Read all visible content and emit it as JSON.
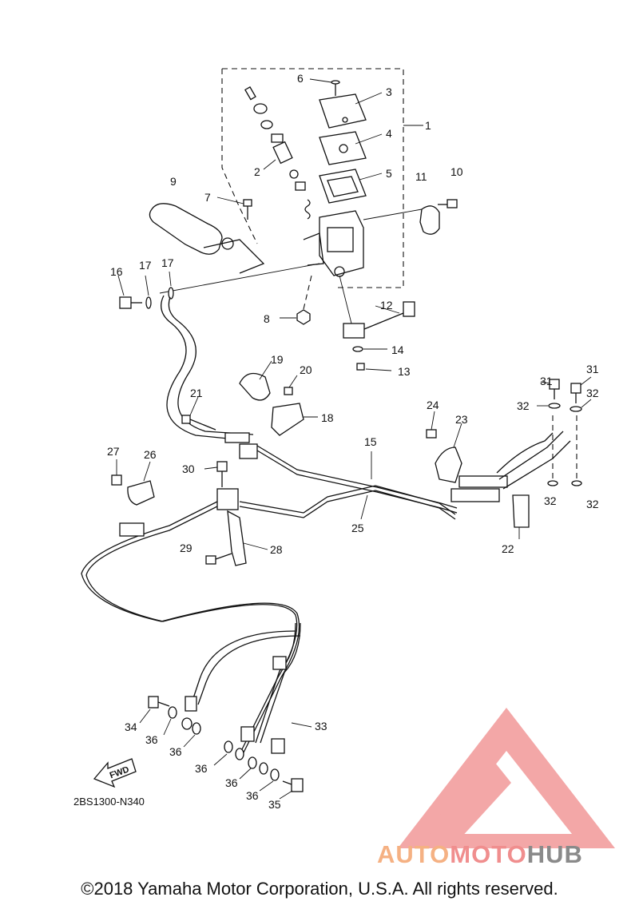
{
  "callouts": [
    {
      "label": "1"
    },
    {
      "label": "2"
    },
    {
      "label": "3"
    },
    {
      "label": "4"
    },
    {
      "label": "5"
    },
    {
      "label": "6"
    },
    {
      "label": "7"
    },
    {
      "label": "8"
    },
    {
      "label": "9"
    },
    {
      "label": "10"
    },
    {
      "label": "11"
    },
    {
      "label": "12"
    },
    {
      "label": "13"
    },
    {
      "label": "14"
    },
    {
      "label": "15"
    },
    {
      "label": "16"
    },
    {
      "label": "17"
    },
    {
      "label": "17"
    },
    {
      "label": "18"
    },
    {
      "label": "19"
    },
    {
      "label": "20"
    },
    {
      "label": "21"
    },
    {
      "label": "22"
    },
    {
      "label": "23"
    },
    {
      "label": "24"
    },
    {
      "label": "25"
    },
    {
      "label": "26"
    },
    {
      "label": "27"
    },
    {
      "label": "28"
    },
    {
      "label": "29"
    },
    {
      "label": "30"
    },
    {
      "label": "31"
    },
    {
      "label": "31"
    },
    {
      "label": "32"
    },
    {
      "label": "32"
    },
    {
      "label": "32"
    },
    {
      "label": "32"
    },
    {
      "label": "33"
    },
    {
      "label": "34"
    },
    {
      "label": "35"
    },
    {
      "label": "36"
    },
    {
      "label": "36"
    },
    {
      "label": "36"
    },
    {
      "label": "36"
    },
    {
      "label": "36"
    }
  ],
  "fwd_label": "FWD",
  "diagram_code": "2BS1300-N340",
  "copyright": "©2018 Yamaha Motor Corporation, U.S.A. All rights reserved.",
  "brand": {
    "part1": "AUTO",
    "part2": "MOTO",
    "part3": "HUB"
  },
  "colors": {
    "brand_orange": "#f5b183",
    "brand_red": "#f08e8e",
    "brand_grey": "#8a8a8a"
  }
}
